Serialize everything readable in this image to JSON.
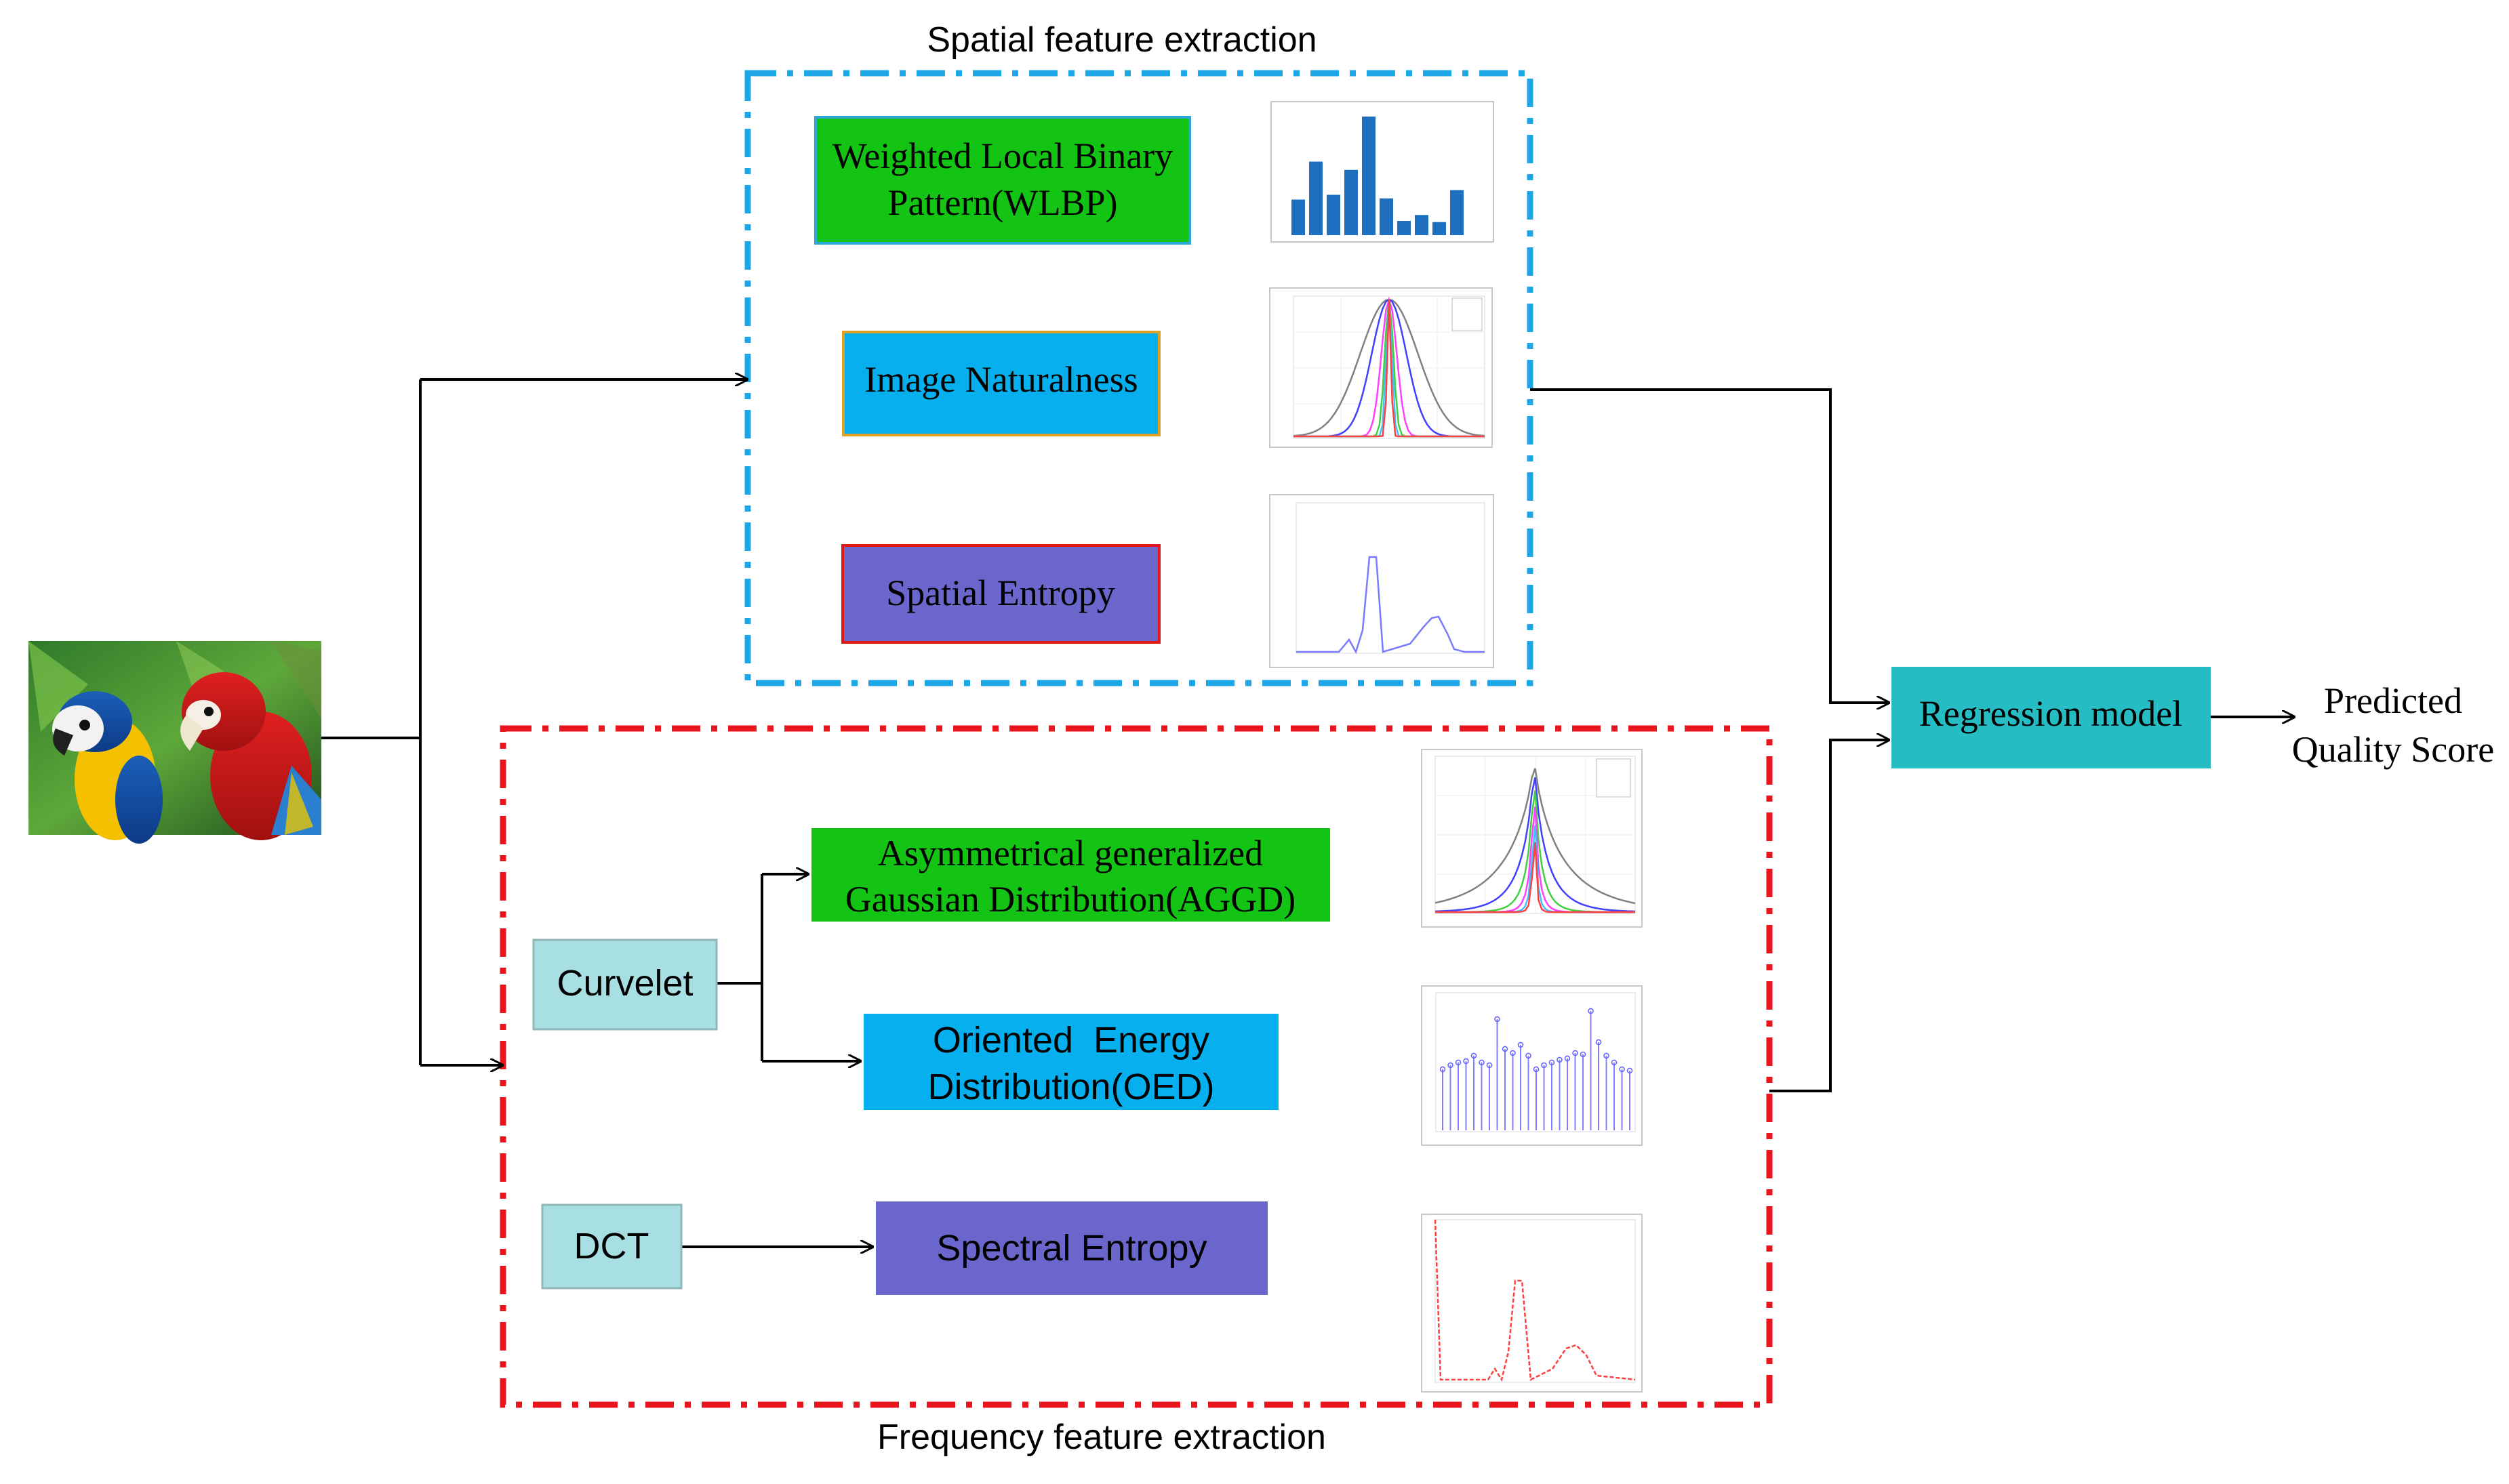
{
  "groups": {
    "spatial": {
      "title": "Spatial feature extraction",
      "color": "#1ea7e8"
    },
    "frequency": {
      "title": "Frequency feature extraction",
      "color": "#e8161c"
    }
  },
  "input": {
    "image": "parrots-photo"
  },
  "boxes": {
    "wlbp": {
      "line1": "Weighted Local Binary",
      "line2": "Pattern(WLBP)",
      "fill": "#14c414",
      "stroke": "#2aa9d8"
    },
    "naturalness": {
      "label": "Image Naturalness",
      "fill": "#06b0ef",
      "stroke": "#e0a020"
    },
    "spatial_entropy": {
      "label": "Spatial Entropy",
      "fill": "#6a66cc",
      "stroke": "#e01818"
    },
    "curvelet": {
      "label": "Curvelet",
      "fill": "#a8dfe2",
      "stroke": "#8fb6b8"
    },
    "dct": {
      "label": "DCT",
      "fill": "#a8dfe2",
      "stroke": "#8fb6b8"
    },
    "aggd": {
      "line1": "Asymmetrical generalized",
      "line2": "Gaussian Distribution(AGGD)",
      "fill": "#14c414",
      "stroke": "#14c414"
    },
    "oed": {
      "line1": "Oriented  Energy",
      "line2": "Distribution(OED)",
      "fill": "#06b0ef",
      "stroke": "#06b0ef"
    },
    "spectral_entropy": {
      "label": "Spectral Entropy",
      "fill": "#6a66cc",
      "stroke": "#6a66cc"
    },
    "regression": {
      "label": "Regression model",
      "fill": "#26bcc4",
      "stroke": "#26bcc4"
    }
  },
  "output": {
    "line1": "Predicted",
    "line2": "Quality Score"
  },
  "thumbnails": {
    "wlbp_histogram": {
      "type": "bar",
      "values": [
        0.3,
        0.62,
        0.34,
        0.55,
        1.0,
        0.31,
        0.12,
        0.17,
        0.11,
        0.38
      ]
    },
    "naturalness_curves": {
      "type": "line",
      "series_colors": [
        "#808080",
        "#4040ff",
        "#ff40ff",
        "#40d040",
        "#40c0ff",
        "#ff4040"
      ]
    },
    "spatial_entropy_plot": {
      "type": "line",
      "color": "#7a7aff"
    },
    "aggd_curves": {
      "type": "line",
      "series_colors": [
        "#808080",
        "#4040ff",
        "#40d040",
        "#ff40ff",
        "#40c0ff",
        "#ff4040"
      ]
    },
    "oed_stems": {
      "type": "stem",
      "values": [
        0.45,
        0.48,
        0.5,
        0.51,
        0.55,
        0.5,
        0.48,
        0.82,
        0.6,
        0.57,
        0.63,
        0.55,
        0.45,
        0.48,
        0.5,
        0.52,
        0.53,
        0.57,
        0.56,
        0.88,
        0.65,
        0.55,
        0.5,
        0.45,
        0.44
      ]
    },
    "spectral_entropy_plot": {
      "type": "line",
      "color": "#ff4040"
    }
  }
}
